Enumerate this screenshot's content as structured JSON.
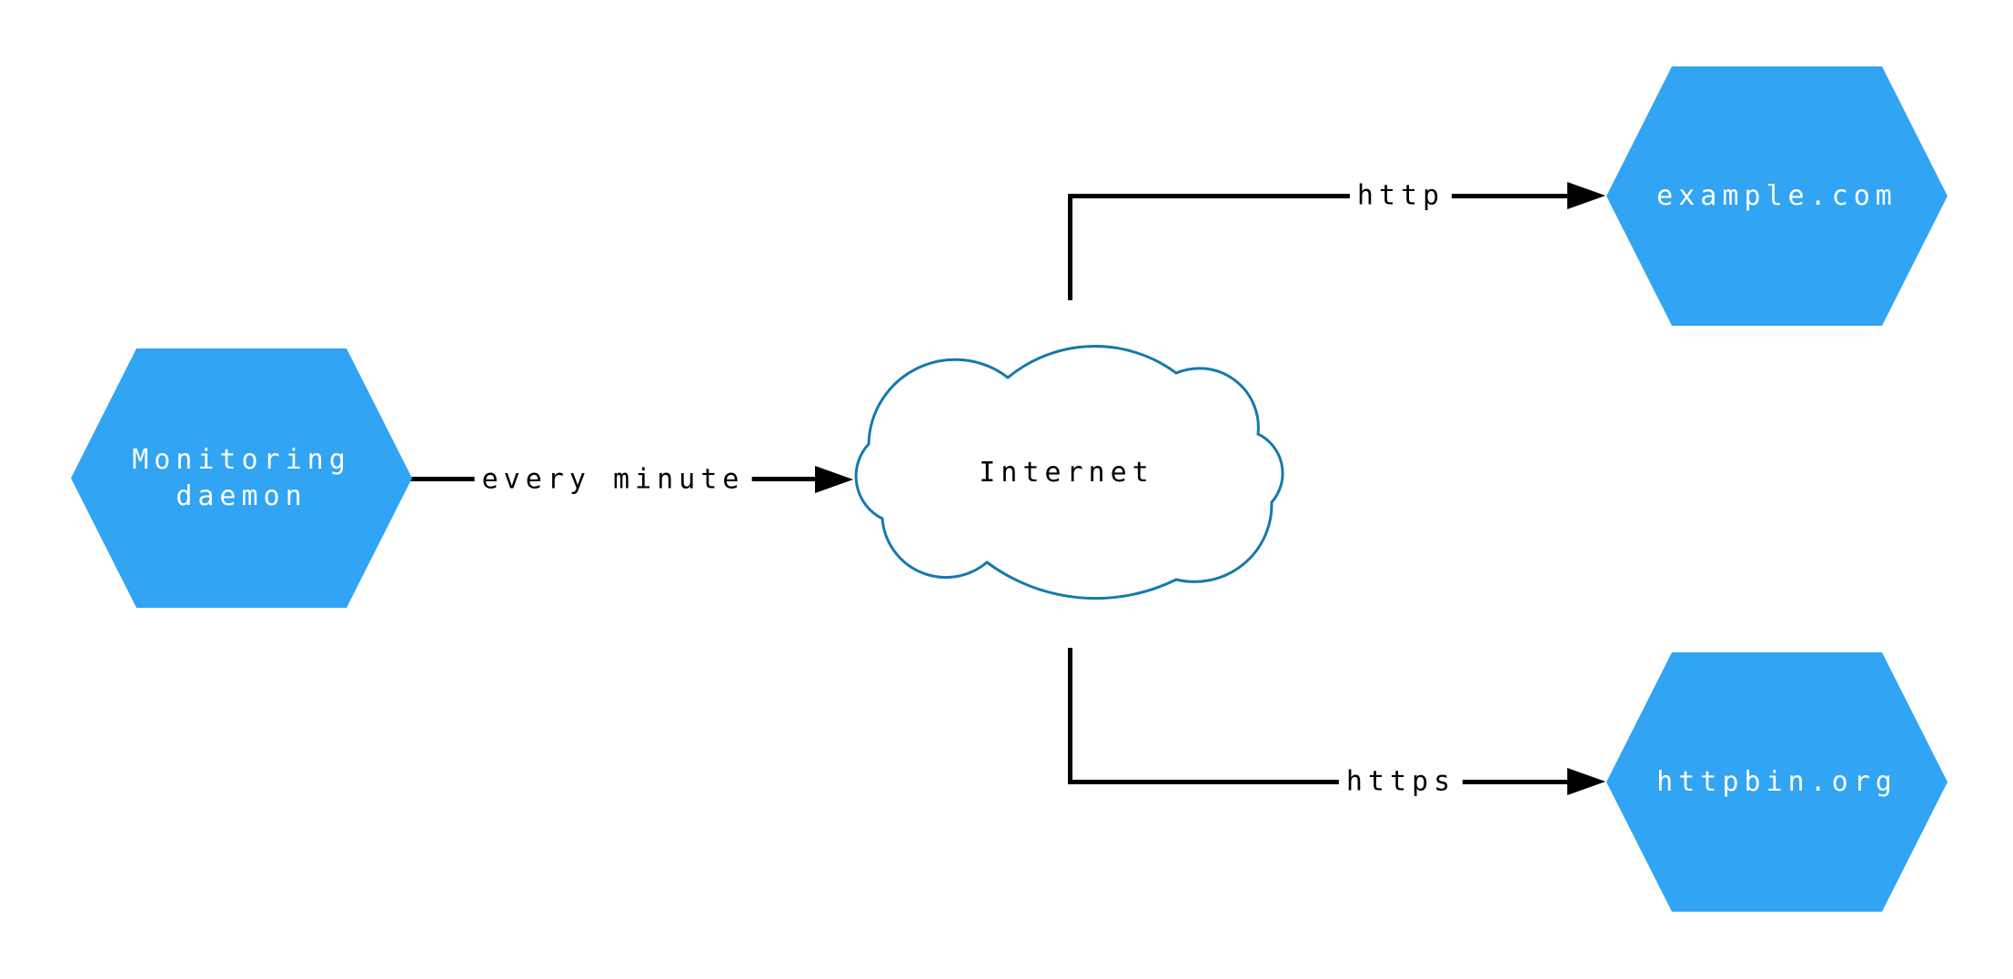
{
  "nodes": {
    "monitoring": {
      "lines": [
        "Monitoring",
        "daemon"
      ]
    },
    "internet": {
      "label": "Internet"
    },
    "example": {
      "label": "example.com"
    },
    "httpbin": {
      "label": "httpbin.org"
    }
  },
  "edges": {
    "every_minute": {
      "label": "every minute"
    },
    "http": {
      "label": "http"
    },
    "https": {
      "label": "https"
    }
  },
  "colors": {
    "background": "#ffffff",
    "hexagon_fill": "#31a4f4",
    "hexagon_text": "#ffffff",
    "cloud_stroke": "#1579ae",
    "edge_color": "#000000"
  }
}
